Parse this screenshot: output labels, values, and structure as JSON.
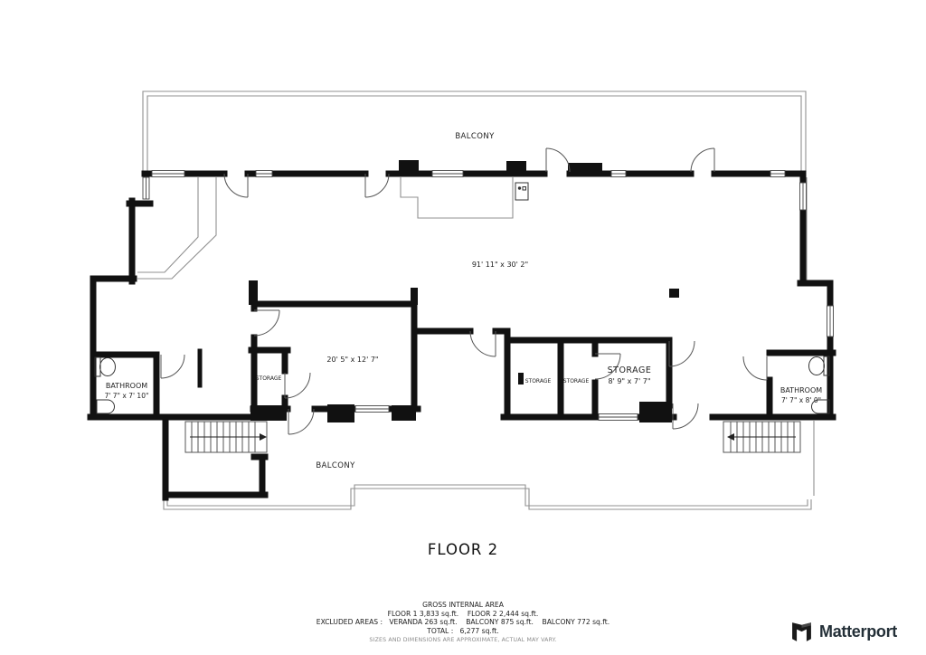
{
  "plan": {
    "floor_title": "FLOOR 2",
    "labels": {
      "balcony_top": "BALCONY",
      "balcony_bottom": "BALCONY",
      "overall_dim": "91' 11\" x 30' 2\"",
      "center_room_dim": "20' 5\" x 12' 7\""
    },
    "rooms": {
      "bathroom_left": {
        "name": "BATHROOM",
        "dim": "7' 7\" x 7' 10\""
      },
      "bathroom_right": {
        "name": "BATHROOM",
        "dim": "7' 7\" x 8' 0\""
      },
      "storage_closet": {
        "name": "STORAGE"
      },
      "storage_small_1": {
        "name": "STORAGE"
      },
      "storage_small_2": {
        "name": "STORAGE"
      },
      "storage_big": {
        "name": "STORAGE",
        "dim": "8' 9\" x 7' 7\""
      }
    }
  },
  "footer": {
    "line1": "GROSS INTERNAL AREA",
    "line2": "FLOOR 1 3,833 sq.ft.    FLOOR 2 2,444 sq.ft.",
    "line3": "EXCLUDED AREAS :   VERANDA 263 sq.ft.    BALCONY 875 sq.ft.    BALCONY 772 sq.ft.",
    "line4": "TOTAL :   6,277 sq.ft.",
    "disclaimer": "SIZES AND DIMENSIONS ARE APPROXIMATE, ACTUAL MAY VARY."
  },
  "branding": {
    "logo_text": "Matterport"
  },
  "colors": {
    "wall": "#111111",
    "thin_line": "#909090",
    "stair_line": "#555555",
    "text": "#222222",
    "logo_text": "#243038"
  }
}
